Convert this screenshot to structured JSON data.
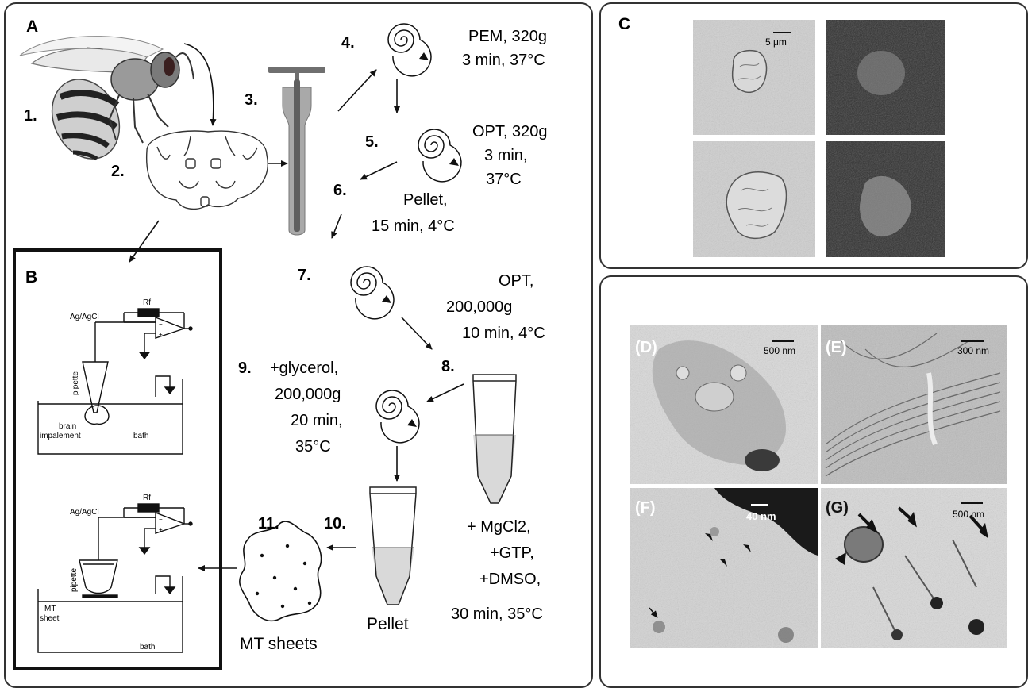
{
  "panels": {
    "A": "A",
    "B": "B",
    "C": "C",
    "D": "(D)",
    "E": "(E)",
    "F": "(F)",
    "G": "(G)"
  },
  "steps": {
    "s1": "1.",
    "s2": "2.",
    "s3": "3.",
    "s4": "4.",
    "s5": "5.",
    "s6": "6.",
    "s7": "7.",
    "s8": "8.",
    "s9": "9.",
    "s10": "10.",
    "s11": "11."
  },
  "conditions": {
    "s4_line1": "PEM, 320g",
    "s4_line2": "3 min, 37°C",
    "s5_line1": "OPT, 320g",
    "s5_line2": "3 min,",
    "s5_line3": "37°C",
    "s6_line1": "Pellet,",
    "s6_line2": "15 min, 4°C",
    "s7_line1": "OPT,",
    "s7_line2": "200,000g",
    "s7_line3": "10 min, 4°C",
    "s9_line1": "+glycerol,",
    "s9_line2": "200,000g",
    "s9_line3": "20 min,",
    "s9_line4": "35°C",
    "s8_line1": "+ MgCl2,",
    "s8_line2": "+GTP,",
    "s8_line3": "+DMSO,",
    "s8_line4": "30 min, 35°C",
    "s10_label": "Pellet",
    "s11_label": "MT sheets"
  },
  "circuit": {
    "rf": "Rf",
    "electrode": "Ag/AgCl",
    "pipette": "pipette",
    "brain": "brain",
    "impalement": "impalement",
    "bath": "bath",
    "mt": "MT",
    "sheet": "sheet"
  },
  "scalebars": {
    "c": "5 μm",
    "d": "500 nm",
    "e": "300 nm",
    "f": "40 nm",
    "g": "500 nm"
  },
  "colors": {
    "frame": "#333333",
    "text": "#111111",
    "tube_fill": "#999999",
    "tube_dark": "#6f6f6f",
    "micro_light": "#cfcfcf",
    "micro_dark": "#2e2e2e"
  }
}
